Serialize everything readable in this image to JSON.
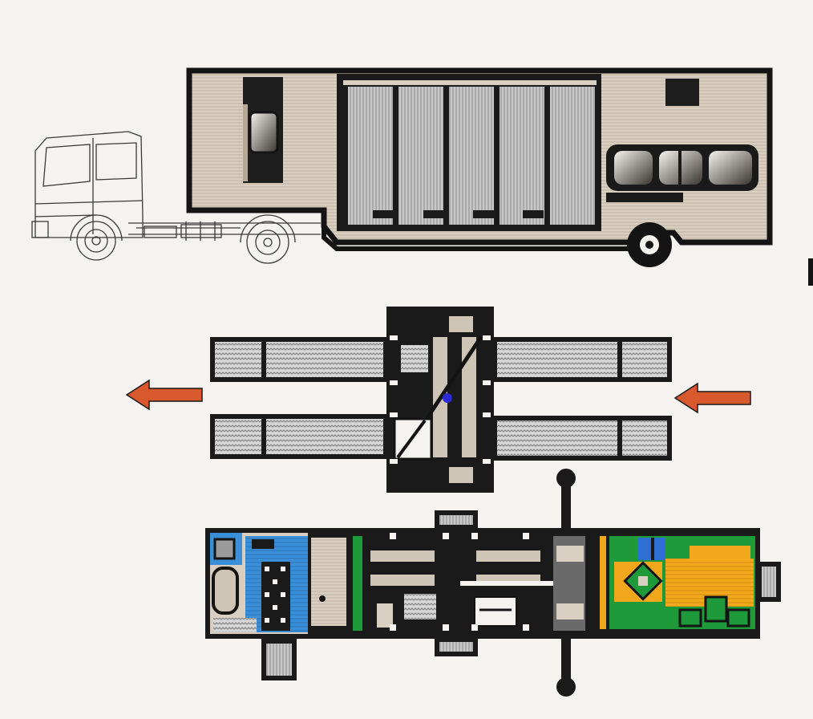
{
  "colors": {
    "paper": "#f4f3ef",
    "outline": "#141414",
    "body_beige": "#d8cdbd",
    "stall_grey": "#bdbdbd",
    "hatch_grey": "#cfcfcf",
    "arrow_red": "#d9592f",
    "living_blue": "#3b8fd8",
    "living_green": "#1f9a3a",
    "living_orange": "#f2a81d",
    "accent_blue": "#2a2ad6"
  },
  "icons": {
    "left_arrow": "left-arrow-icon",
    "right_arrow": "right-arrow-icon"
  },
  "views": {
    "side": "side-elevation",
    "unloading": "unloading-plan",
    "floor": "floor-plan"
  }
}
